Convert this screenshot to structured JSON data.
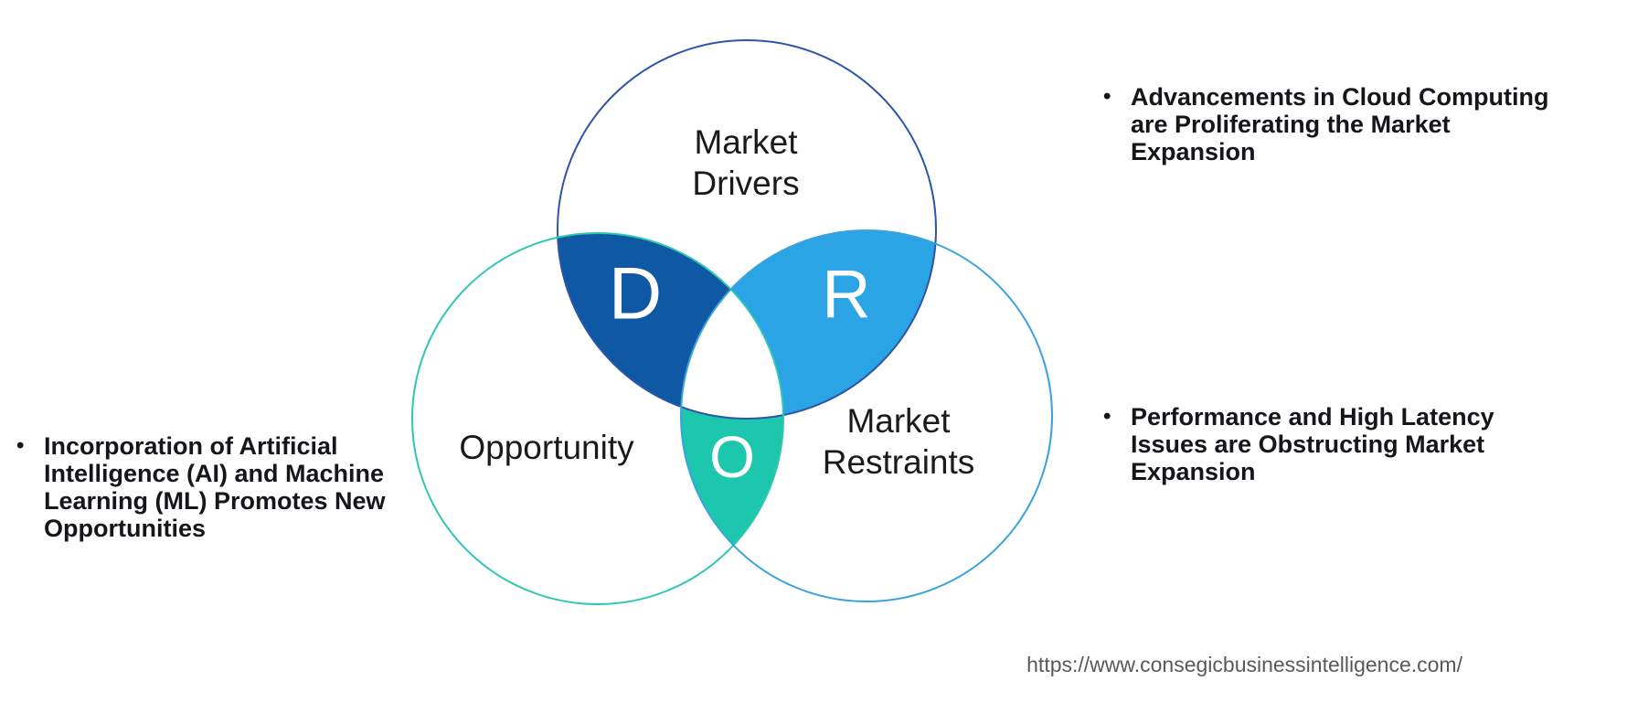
{
  "venn": {
    "drivers": {
      "line1": "Market",
      "line2": "Drivers",
      "stroke": "#2d55a8"
    },
    "opportunity": {
      "label": "Opportunity",
      "stroke": "#2ec7b2"
    },
    "restraints": {
      "line1": "Market",
      "line2": "Restraints",
      "stroke": "#3aa2de"
    },
    "intersections": {
      "d": {
        "letter": "D",
        "fill": "#0e58a4"
      },
      "r": {
        "letter": "R",
        "fill": "#2aa4e4"
      },
      "o": {
        "letter": "O",
        "fill": "#1cc7ae"
      }
    }
  },
  "bullets": {
    "left": {
      "marker": "•",
      "lines": [
        "Incorporation of Artificial",
        "Intelligence (AI) and Machine",
        "Learning (ML) Promotes New",
        "Opportunities"
      ]
    },
    "top_right": {
      "marker": "•",
      "lines": [
        "Advancements in Cloud Computing",
        "are Proliferating the Market",
        "Expansion"
      ]
    },
    "bottom_right": {
      "marker": "•",
      "lines": [
        "Performance and High Latency",
        "Issues are Obstructing Market",
        "Expansion"
      ]
    }
  },
  "footer": {
    "url": "https://www.consegicbusinessintelligence.com/"
  }
}
